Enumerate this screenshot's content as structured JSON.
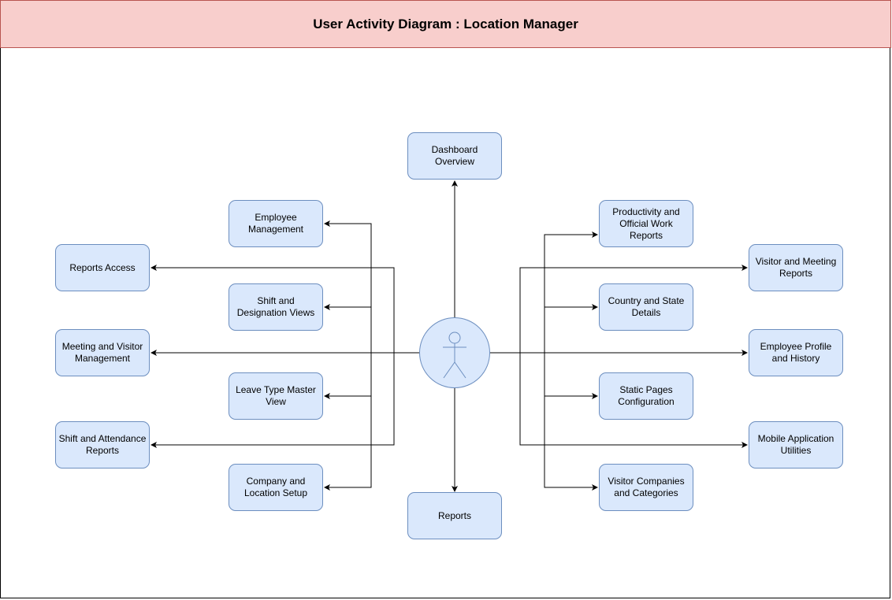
{
  "title": "User Activity Diagram : Location Manager",
  "actor_icon": "stick-figure-user-icon",
  "colors": {
    "title_fill": "#f8cecc",
    "title_border": "#b85450",
    "node_fill": "#dae8fc",
    "node_border": "#6c8ebf",
    "edge": "#000000"
  },
  "nodes": {
    "dashboard": "Dashboard Overview",
    "reports": "Reports",
    "employee_management": "Employee Management",
    "shift_designation_views": "Shift and Designation Views",
    "leave_type_master_view": "Leave Type Master View",
    "company_location_setup": "Company and Location Setup",
    "reports_access": "Reports Access",
    "meeting_visitor_management": "Meeting and Visitor Management",
    "shift_attendance_reports": "Shift and Attendance Reports",
    "productivity_work_reports": "Productivity and Official Work Reports",
    "country_state_details": "Country and State Details",
    "static_pages_configuration": "Static Pages Configuration",
    "visitor_companies_categories": "Visitor Companies and Categories",
    "visitor_meeting_reports": "Visitor and Meeting Reports",
    "employee_profile_history": "Employee Profile and History",
    "mobile_application_utilities": "Mobile Application Utilities"
  }
}
